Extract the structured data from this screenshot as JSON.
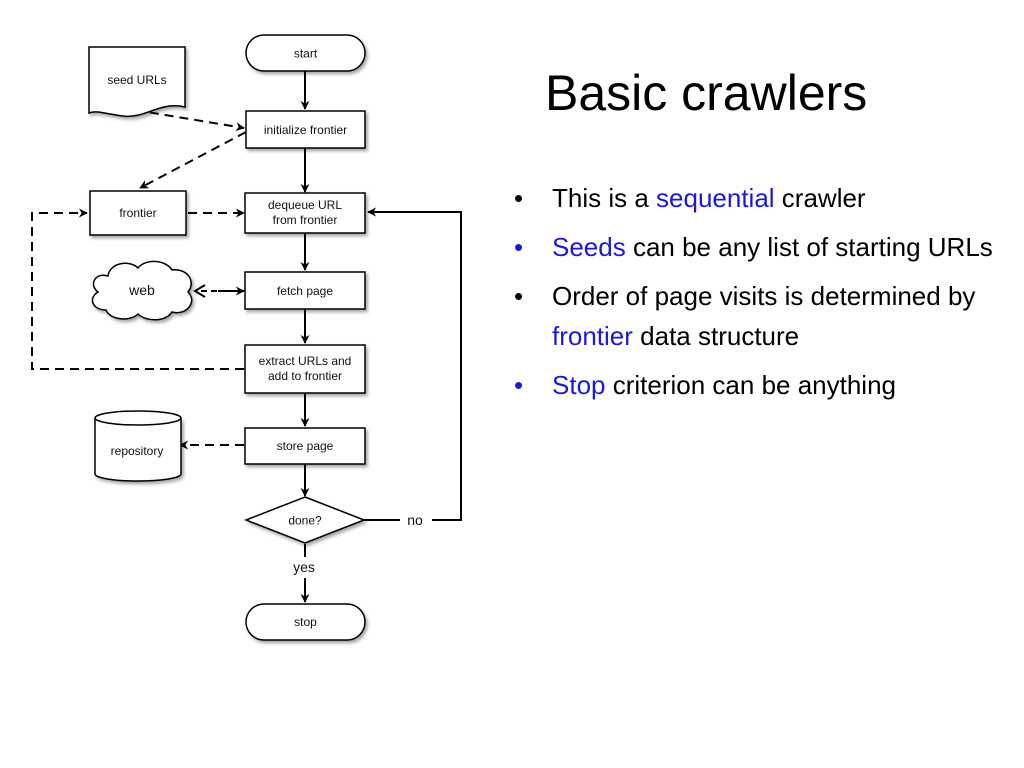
{
  "slide": {
    "title": "Basic crawlers",
    "bullets": [
      {
        "parts": [
          {
            "text": "This is a ",
            "hl": false
          },
          {
            "text": "sequential",
            "hl": true
          },
          {
            "text": " crawler",
            "hl": false
          }
        ],
        "bullet_blue": false
      },
      {
        "parts": [
          {
            "text": "Seeds",
            "hl": true
          },
          {
            "text": " can be any list of starting URLs",
            "hl": false
          }
        ],
        "bullet_blue": true
      },
      {
        "parts": [
          {
            "text": "Order of page visits is determined by ",
            "hl": false
          },
          {
            "text": "frontier",
            "hl": true
          },
          {
            "text": " data structure",
            "hl": false
          }
        ],
        "bullet_blue": false
      },
      {
        "parts": [
          {
            "text": "Stop",
            "hl": true
          },
          {
            "text": " criterion can be anything",
            "hl": false
          }
        ],
        "bullet_blue": true
      }
    ],
    "colors": {
      "highlight": "#1a1ad6",
      "text": "#000000"
    }
  },
  "diagram": {
    "nodes": {
      "start": "start",
      "init": [
        "initialize frontier"
      ],
      "dequeue": [
        "dequeue URL",
        "from frontier"
      ],
      "fetch": [
        "fetch page"
      ],
      "extract": [
        "extract URLs and",
        "add to frontier"
      ],
      "store": [
        "store page"
      ],
      "done": "done?",
      "stop": "stop",
      "seed": "seed URLs",
      "frontier": "frontier",
      "web": "web",
      "repository": "repository"
    },
    "edge_labels": {
      "no": "no",
      "yes": "yes"
    }
  }
}
